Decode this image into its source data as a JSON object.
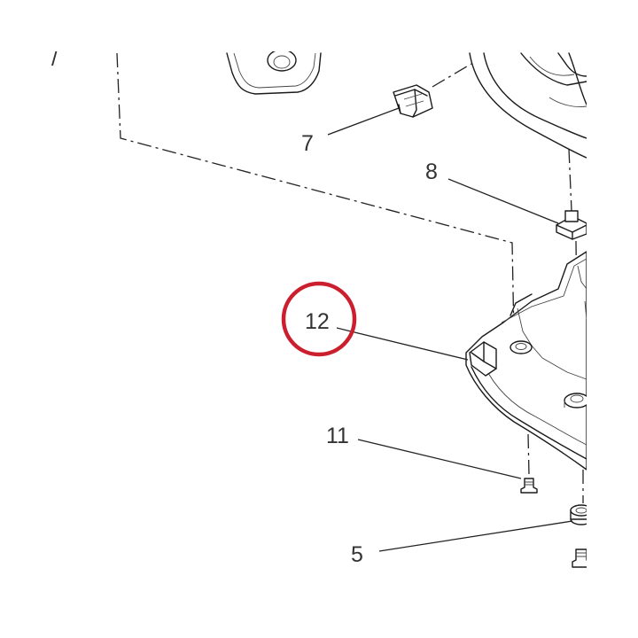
{
  "callouts": {
    "top_left": "/",
    "c7": "7",
    "c8": "8",
    "c12": "12",
    "c11": "11",
    "c5": "5"
  },
  "highlight": {
    "target": "12",
    "color": "#cc1f2e"
  }
}
